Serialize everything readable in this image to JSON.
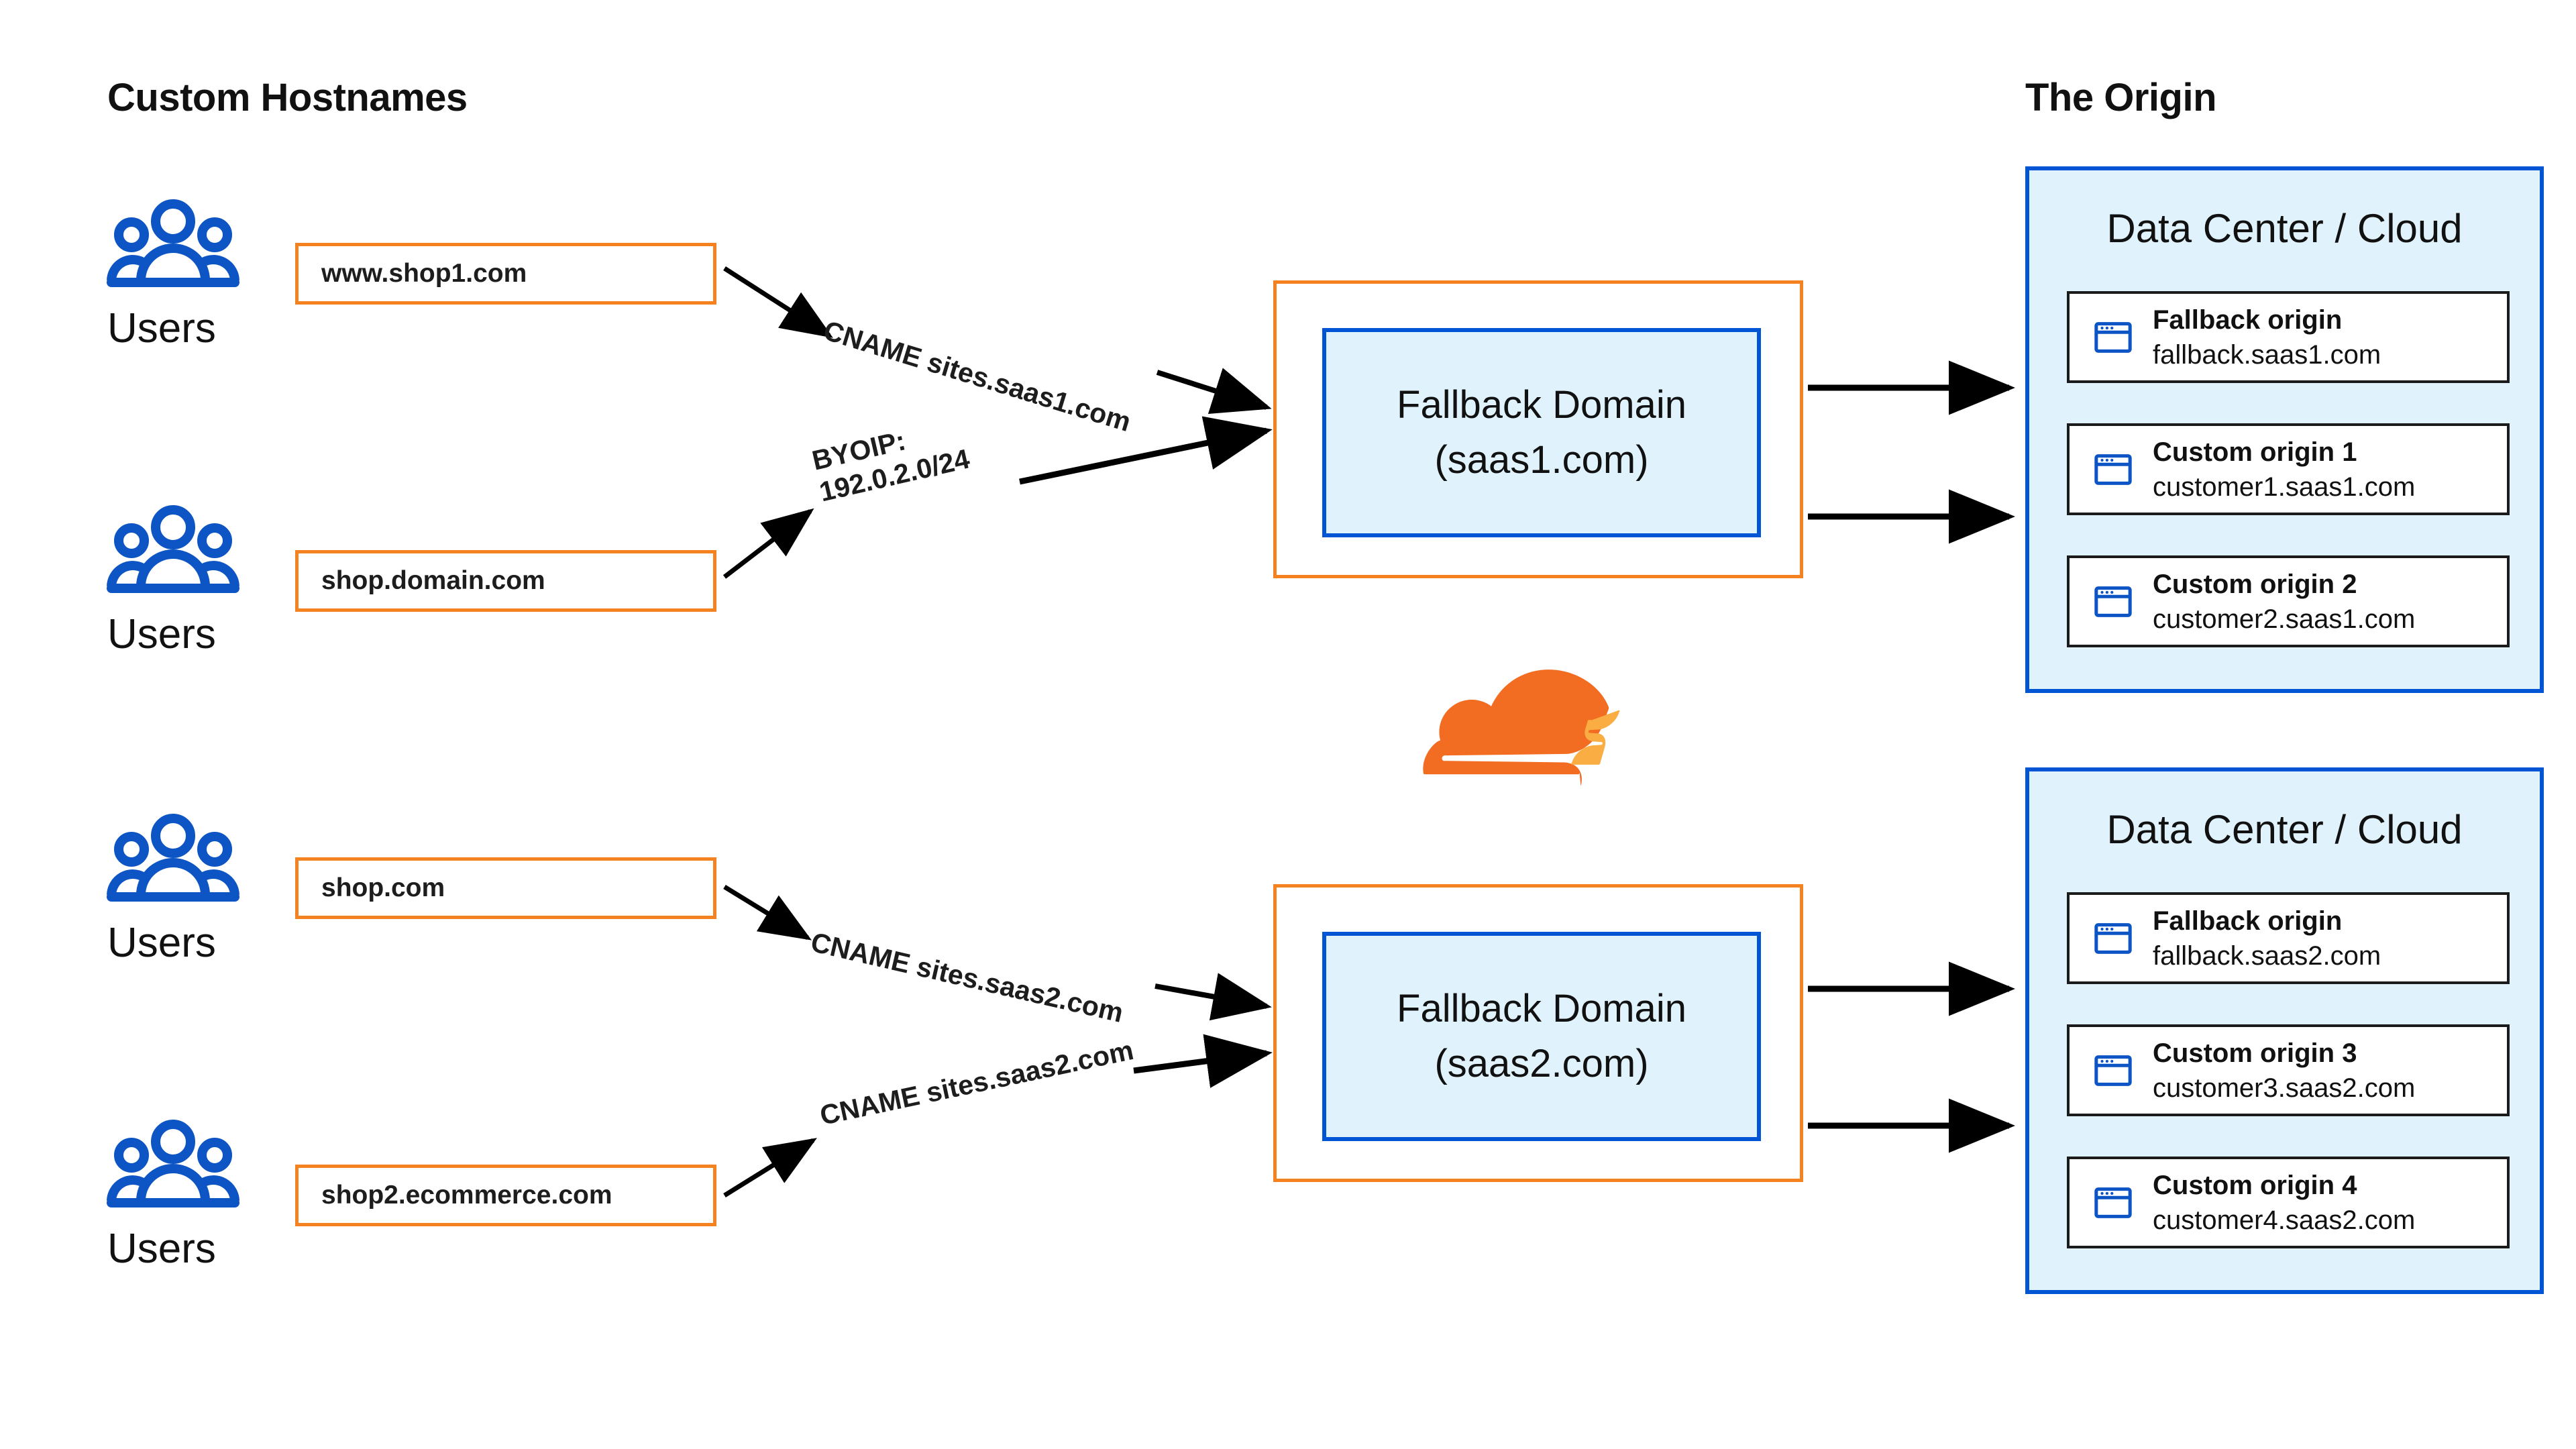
{
  "headings": {
    "left": "Custom Hostnames",
    "right": "The Origin"
  },
  "colors": {
    "orange": "#f58220",
    "blue": "#0055d4",
    "icon_blue": "#0d55c4",
    "panel_fill": "#e0f2fb",
    "cloudflare_dark": "#f26c21",
    "cloudflare_light": "#f9ad42",
    "text": "#111111",
    "arrow": "#000000"
  },
  "users_groups": [
    {
      "label": "Users",
      "icon": "users-icon"
    },
    {
      "label": "Users",
      "icon": "users-icon"
    },
    {
      "label": "Users",
      "icon": "users-icon"
    },
    {
      "label": "Users",
      "icon": "users-icon"
    }
  ],
  "custom_hostnames": [
    {
      "hostname": "www.shop1.com"
    },
    {
      "hostname": "shop.domain.com"
    },
    {
      "hostname": "shop.com"
    },
    {
      "hostname": "shop2.ecommerce.com"
    }
  ],
  "edge_labels": [
    {
      "text": "CNAME sites.saas1.com"
    },
    {
      "text": "BYOIP:\n192.0.2.0/24"
    },
    {
      "text": "CNAME sites.saas2.com"
    },
    {
      "text": "CNAME sites.saas2.com"
    }
  ],
  "fallback_domains": [
    {
      "title": "Fallback Domain",
      "domain": "(saas1.com)"
    },
    {
      "title": "Fallback Domain",
      "domain": "(saas2.com)"
    }
  ],
  "cloudflare_logo": {
    "name": "cloudflare-cloud-logo"
  },
  "data_centers": [
    {
      "title": "Data Center / Cloud",
      "origins": [
        {
          "name": "Fallback origin",
          "hostname": "fallback.saas1.com",
          "icon": "browser-window-icon"
        },
        {
          "name": "Custom origin 1",
          "hostname": "customer1.saas1.com",
          "icon": "browser-window-icon"
        },
        {
          "name": "Custom origin 2",
          "hostname": "customer2.saas1.com",
          "icon": "browser-window-icon"
        }
      ]
    },
    {
      "title": "Data Center / Cloud",
      "origins": [
        {
          "name": "Fallback origin",
          "hostname": "fallback.saas2.com",
          "icon": "browser-window-icon"
        },
        {
          "name": "Custom origin 3",
          "hostname": "customer3.saas2.com",
          "icon": "browser-window-icon"
        },
        {
          "name": "Custom origin 4",
          "hostname": "customer4.saas2.com",
          "icon": "browser-window-icon"
        }
      ]
    }
  ]
}
